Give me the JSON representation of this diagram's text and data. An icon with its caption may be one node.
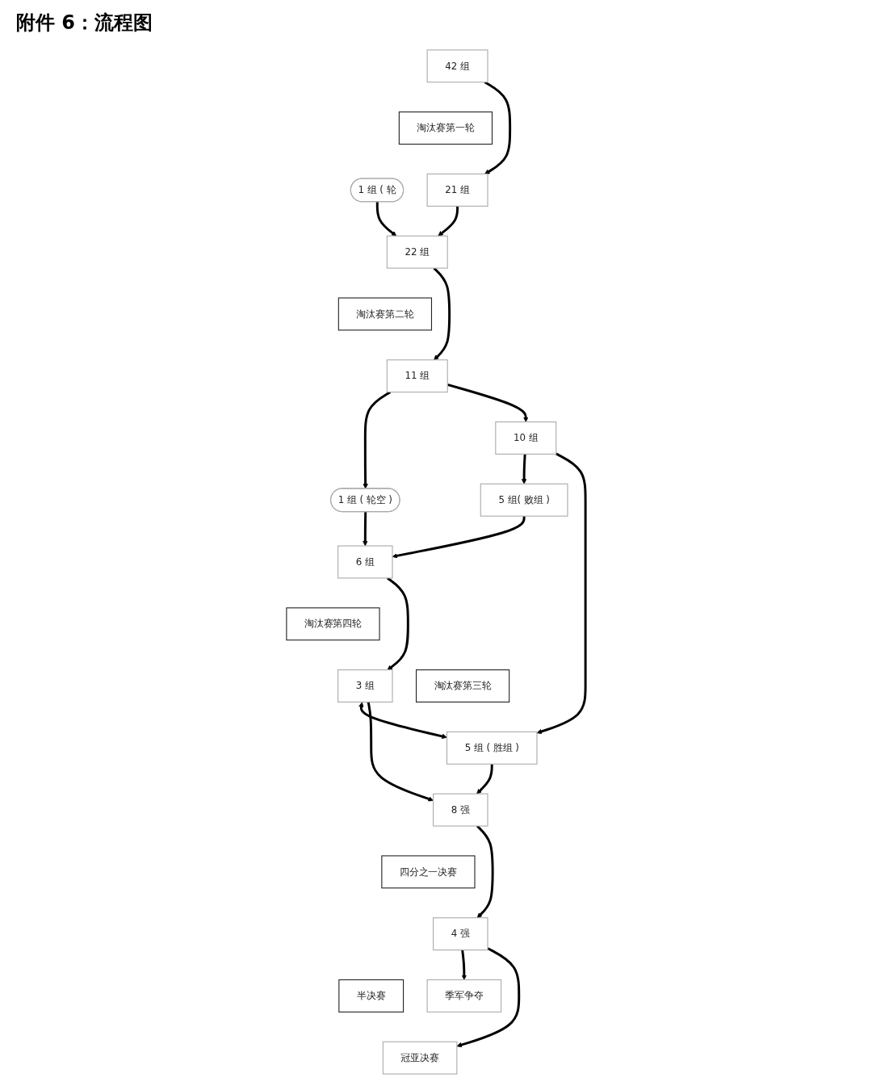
{
  "diagram": {
    "title": "附件 6：流程图",
    "nodes": [
      {
        "text": [
          "42 组"
        ]
      },
      {
        "text": [
          "1 组 ( 轮"
        ]
      },
      {
        "text": [
          "淘汰赛第一轮"
        ]
      },
      {
        "text": [
          "21 组"
        ]
      },
      {
        "text": [
          "22 组"
        ]
      },
      {
        "text": [
          "淘汰赛第二轮"
        ]
      },
      {
        "text": [
          "11 组"
        ]
      },
      {
        "text": [
          "1 组 ( 轮空 )"
        ]
      },
      {
        "text": [
          "10 组"
        ]
      },
      {
        "text": [
          "6 组"
        ]
      },
      {
        "text": [
          "5 组( 败组 )"
        ]
      },
      {
        "text": [
          "淘汰赛第三轮"
        ]
      },
      {
        "text": [
          "淘汰赛第四轮"
        ]
      },
      {
        "text": [
          "3 组"
        ]
      },
      {
        "text": [
          "5 组 ( 胜组 )"
        ]
      },
      {
        "text": [
          "8 强"
        ]
      },
      {
        "text": [
          "四分之一决赛"
        ]
      },
      {
        "text": [
          "4 强"
        ]
      },
      {
        "text": [
          "半决赛"
        ]
      },
      {
        "text": [
          "季军争夺"
        ]
      },
      {
        "text": [
          "冠亚决赛"
        ]
      }
    ],
    "edges": [
      {
        "from": 0,
        "to": 3,
        "arrow": "to"
      },
      {
        "from": 1,
        "to": 4,
        "arrow": "to"
      },
      {
        "from": 3,
        "to": 4,
        "arrow": "to"
      },
      {
        "from": 4,
        "to": 6,
        "arrow": "to"
      },
      {
        "from": 6,
        "to": 7,
        "arrow": "to"
      },
      {
        "from": 6,
        "to": 8,
        "arrow": "to"
      },
      {
        "from": 7,
        "to": 9,
        "arrow": "to"
      },
      {
        "from": 8,
        "to": 10,
        "arrow": "to"
      },
      {
        "from": 10,
        "to": 9,
        "arrow": "to"
      },
      {
        "from": 8,
        "to": 14,
        "arrow": "to"
      },
      {
        "from": 9,
        "to": 13,
        "arrow": "to"
      },
      {
        "from": 13,
        "to": 14,
        "arrow": "both"
      },
      {
        "from": 13,
        "to": 15,
        "arrow": "to"
      },
      {
        "from": 14,
        "to": 15,
        "arrow": "to"
      },
      {
        "from": 15,
        "to": 17,
        "arrow": "to"
      },
      {
        "from": 17,
        "to": 19,
        "arrow": "to"
      },
      {
        "from": 17,
        "to": 20,
        "arrow": "to"
      }
    ]
  }
}
